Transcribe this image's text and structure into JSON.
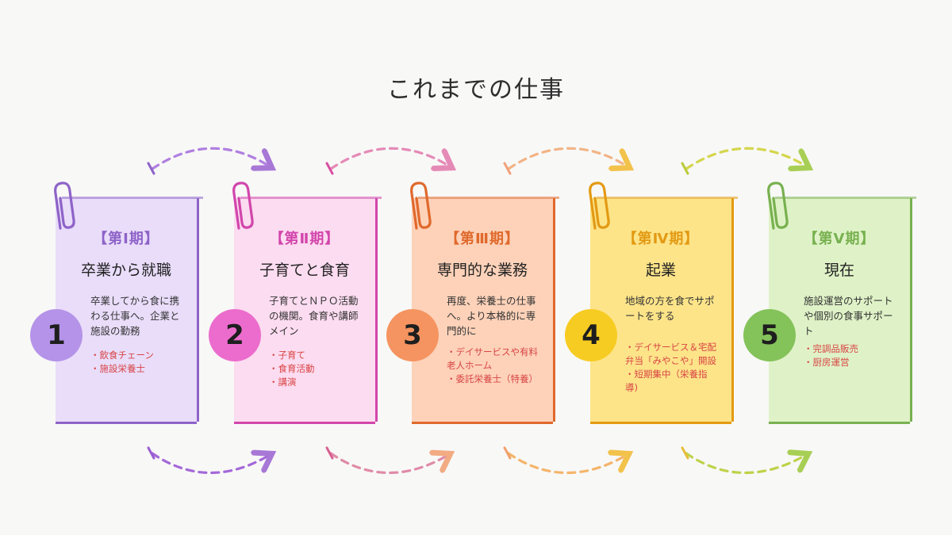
{
  "title": "これまでの仕事",
  "stages": [
    {
      "number": "1",
      "period": "【第Ⅰ期】",
      "phase": "卒業から就職",
      "description": "卒業してから食に携わる仕事へ。企業と施設の勤務",
      "items": [
        "・飲食チェーン",
        "・施設栄養士"
      ],
      "colors": {
        "card": "#e9ddfa",
        "accent": "#8e63c8",
        "circle": "#b493e8",
        "line": "#9a6fd1"
      }
    },
    {
      "number": "2",
      "period": "【第Ⅱ期】",
      "phase": "子育てと食育",
      "description": "子育てとＮＰＯ活動の機関。食育や講師メイン",
      "items": [
        "・子育て",
        "・食育活動",
        "・講演"
      ],
      "colors": {
        "card": "#fcdcf0",
        "accent": "#d246ac",
        "circle": "#ec6ccd",
        "line": "#e07ad0"
      }
    },
    {
      "number": "3",
      "period": "【第Ⅲ期】",
      "phase": "専門的な業務",
      "description": "再度、栄養士の仕事へ。より本格的に専門的に",
      "items": [
        "・デイサービスや有料\n老人ホーム",
        "・委託栄養士（特養）"
      ],
      "colors": {
        "card": "#fdd2b9",
        "accent": "#e0692c",
        "circle": "#f59460",
        "line": "#f2a27a"
      }
    },
    {
      "number": "4",
      "period": "【第Ⅳ期】",
      "phase": "起業",
      "description": "地域の方を食でサポートをする",
      "items": [
        "・デイサービス＆宅配\n弁当「みやこや」開設",
        "・短期集中（栄養指\n導)"
      ],
      "colors": {
        "card": "#fde489",
        "accent": "#e39a13",
        "circle": "#f7cc22",
        "line": "#f2c24a"
      }
    },
    {
      "number": "5",
      "period": "【第Ⅴ期】",
      "phase": "現在",
      "description": "施設運営のサポートや個別の食事サポート",
      "items": [
        "・完調品販売",
        "・厨房運営"
      ],
      "colors": {
        "card": "#dff2c7",
        "accent": "#78b150",
        "circle": "#84c25a",
        "line": "#9ccc55"
      }
    }
  ],
  "item_color": "#d84545"
}
